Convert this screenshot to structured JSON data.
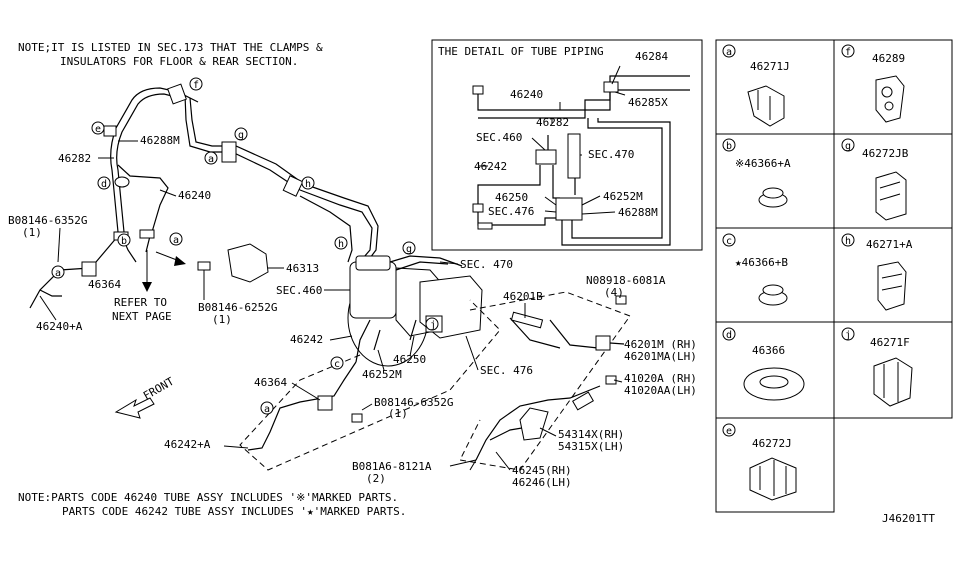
{
  "notes": {
    "top_line1": "NOTE;IT IS LISTED IN SEC.173 THAT THE CLAMPS &",
    "top_line2": "INSULATORS FOR FLOOR & REAR SECTION.",
    "bottom_line1": "NOTE:PARTS CODE 46240 TUBE ASSY INCLUDES '※'MARKED PARTS.",
    "bottom_line2": "PARTS CODE 46242 TUBE ASSY INCLUDES '★'MARKED PARTS."
  },
  "diagram_id": "J46201TT",
  "detail": {
    "title": "THE DETAIL OF TUBE PIPING",
    "labels": {
      "p46284": "46284",
      "p46240": "46240",
      "p46285x": "46285X",
      "p46282": "46282",
      "sec460": "SEC.460",
      "sec470": "SEC.470",
      "p46242": "46242",
      "p46250": "46250",
      "p46252m": "46252M",
      "sec476": "SEC.476",
      "p46288m": "46288M"
    }
  },
  "main_labels": {
    "p46288m": "46288M",
    "p46282": "46282",
    "p46240": "46240",
    "bolt1": "B08146-6352G",
    "bolt1_qty": "(1)",
    "p46364_a": "46364",
    "p46240a": "46240+A",
    "refer_line1": "REFER TO",
    "refer_line2": "NEXT PAGE",
    "p46313": "46313",
    "bolt2": "B08146-6252G",
    "bolt2_qty": "(1)",
    "sec460": "SEC.460",
    "sec470": "SEC. 470",
    "p46201b": "46201B",
    "nut": "N08918-6081A",
    "nut_qty": "(4)",
    "p46242": "46242",
    "p46250": "46250",
    "p46252m": "46252M",
    "sec476": "SEC. 476",
    "front": "FRONT",
    "p46364_b": "46364",
    "bolt3": "B08146-6352G",
    "bolt3_qty": "(1)",
    "p46242a": "46242+A",
    "p46201m": "46201M  (RH)",
    "p46201ma": "46201MA(LH)",
    "p41020a": "41020A  (RH)",
    "p41020aa": "41020AA(LH)",
    "p54314x": "54314X(RH)",
    "p54315x": "54315X(LH)",
    "bolt4": "B081A6-8121A",
    "bolt4_qty": "(2)",
    "p46245": "46245(RH)",
    "p46246": "46246(LH)"
  },
  "callouts": [
    "a",
    "b",
    "c",
    "d",
    "e",
    "f",
    "g",
    "h",
    "j"
  ],
  "legend": [
    {
      "letter": "a",
      "part": "46271J"
    },
    {
      "letter": "f",
      "part": "46289"
    },
    {
      "letter": "b",
      "part": "※46366+A"
    },
    {
      "letter": "g",
      "part": "46272JB"
    },
    {
      "letter": "c",
      "part": "★46366+B"
    },
    {
      "letter": "h",
      "part": "46271+A"
    },
    {
      "letter": "d",
      "part": "46366"
    },
    {
      "letter": "j",
      "part": "46271F"
    },
    {
      "letter": "e",
      "part": "46272J"
    }
  ]
}
